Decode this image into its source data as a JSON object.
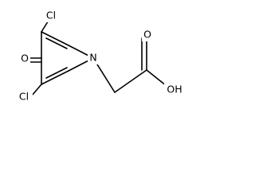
{
  "atoms": {
    "chlorine_top": "Cl",
    "oxygen_ketone": "O",
    "chlorine_bottom": "Cl",
    "nitrogen_ring": "N",
    "oxygen_carbonyl": "O",
    "hydroxyl": "OH"
  }
}
